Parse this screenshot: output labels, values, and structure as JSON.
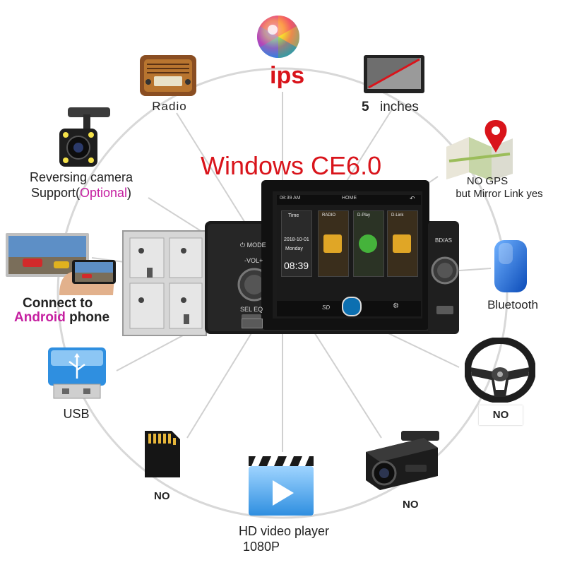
{
  "headline": "Windows CE6.0",
  "features": {
    "ips": "ips",
    "radio": "Radio",
    "screen_size_num": "5",
    "screen_size_unit": "inches",
    "camera_line1": "Reversing camera",
    "camera_line2_prefix": "Support(",
    "camera_line2_optional": "Optional",
    "camera_line2_suffix": ")",
    "gps_line1": "NO GPS",
    "gps_line2": "but Mirror Link yes",
    "android_line1": "Connect to",
    "android_word": "Android",
    "android_line2_suffix": " phone",
    "bluetooth": "Bluetooth",
    "usb": "USB",
    "steering": "NO",
    "sdcard": "NO",
    "video_line1": "HD video player",
    "video_line2": "1080P",
    "dashcam": "NO"
  },
  "device": {
    "left_panel": {
      "mode": "MODE",
      "vol": "-VOL+",
      "sel_eq": "SEL EQ"
    },
    "right_panel": {
      "band": "BD/AS"
    },
    "screen": {
      "time_top": "08:39 AM",
      "home": "HOME",
      "tiles": [
        "Time",
        "RADIO",
        "D-Play",
        "D-Link"
      ],
      "date": "2018-10-01",
      "weekday": "Monday",
      "clock": "08:39",
      "dock_label": "SD"
    }
  },
  "colors": {
    "headline": "#d9141b",
    "ips": "#d9141b",
    "optional": "#c51fa0",
    "android": "#c51fa0"
  }
}
